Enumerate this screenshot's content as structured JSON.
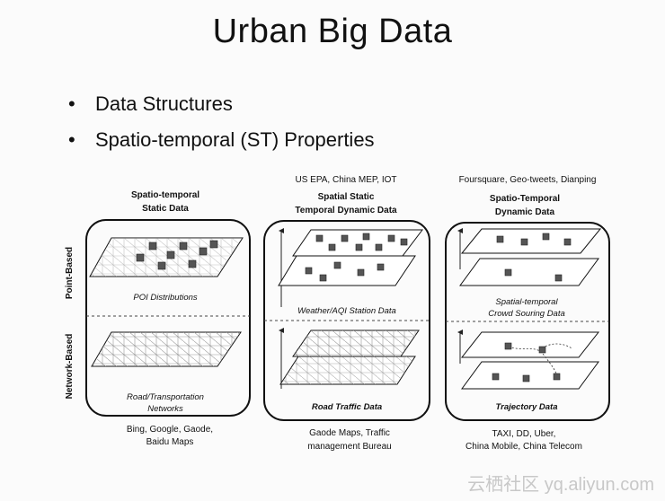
{
  "title": "Urban Big Data",
  "bullets": [
    "Data Structures",
    "Spatio-temporal (ST) Properties"
  ],
  "row_labels": {
    "point": "Point-Based",
    "network": "Network-Based"
  },
  "columns": [
    {
      "top_source": "",
      "header_line1": "Spatio-temporal",
      "header_line2": "Static Data",
      "point_caption": "POI Distributions",
      "network_caption_line1": "Road/Transportation",
      "network_caption_line2": "Networks",
      "bottom_line1": "Bing, Google, Gaode,",
      "bottom_line2": "Baidu Maps"
    },
    {
      "top_source": "US EPA,  China MEP, IOT",
      "header_line1": "Spatial Static",
      "header_line2": "Temporal Dynamic Data",
      "point_caption": "Weather/AQI Station Data",
      "network_caption_line1": "Road Traffic Data",
      "network_caption_line2": "",
      "bottom_line1": "Gaode Maps, Traffic",
      "bottom_line2": "management Bureau"
    },
    {
      "top_source": "Foursquare, Geo-tweets, Dianping",
      "header_line1": "Spatio-Temporal",
      "header_line2": "Dynamic Data",
      "point_caption": "Spatial-temporal",
      "point_caption_line2": "Crowd Souring Data",
      "network_caption_line1": "Trajectory Data",
      "network_caption_line2": "",
      "bottom_line1": "TAXI, DD, Uber,",
      "bottom_line2": "China Mobile, China Telecom"
    }
  ],
  "watermark": "云栖社区 yq.aliyun.com"
}
